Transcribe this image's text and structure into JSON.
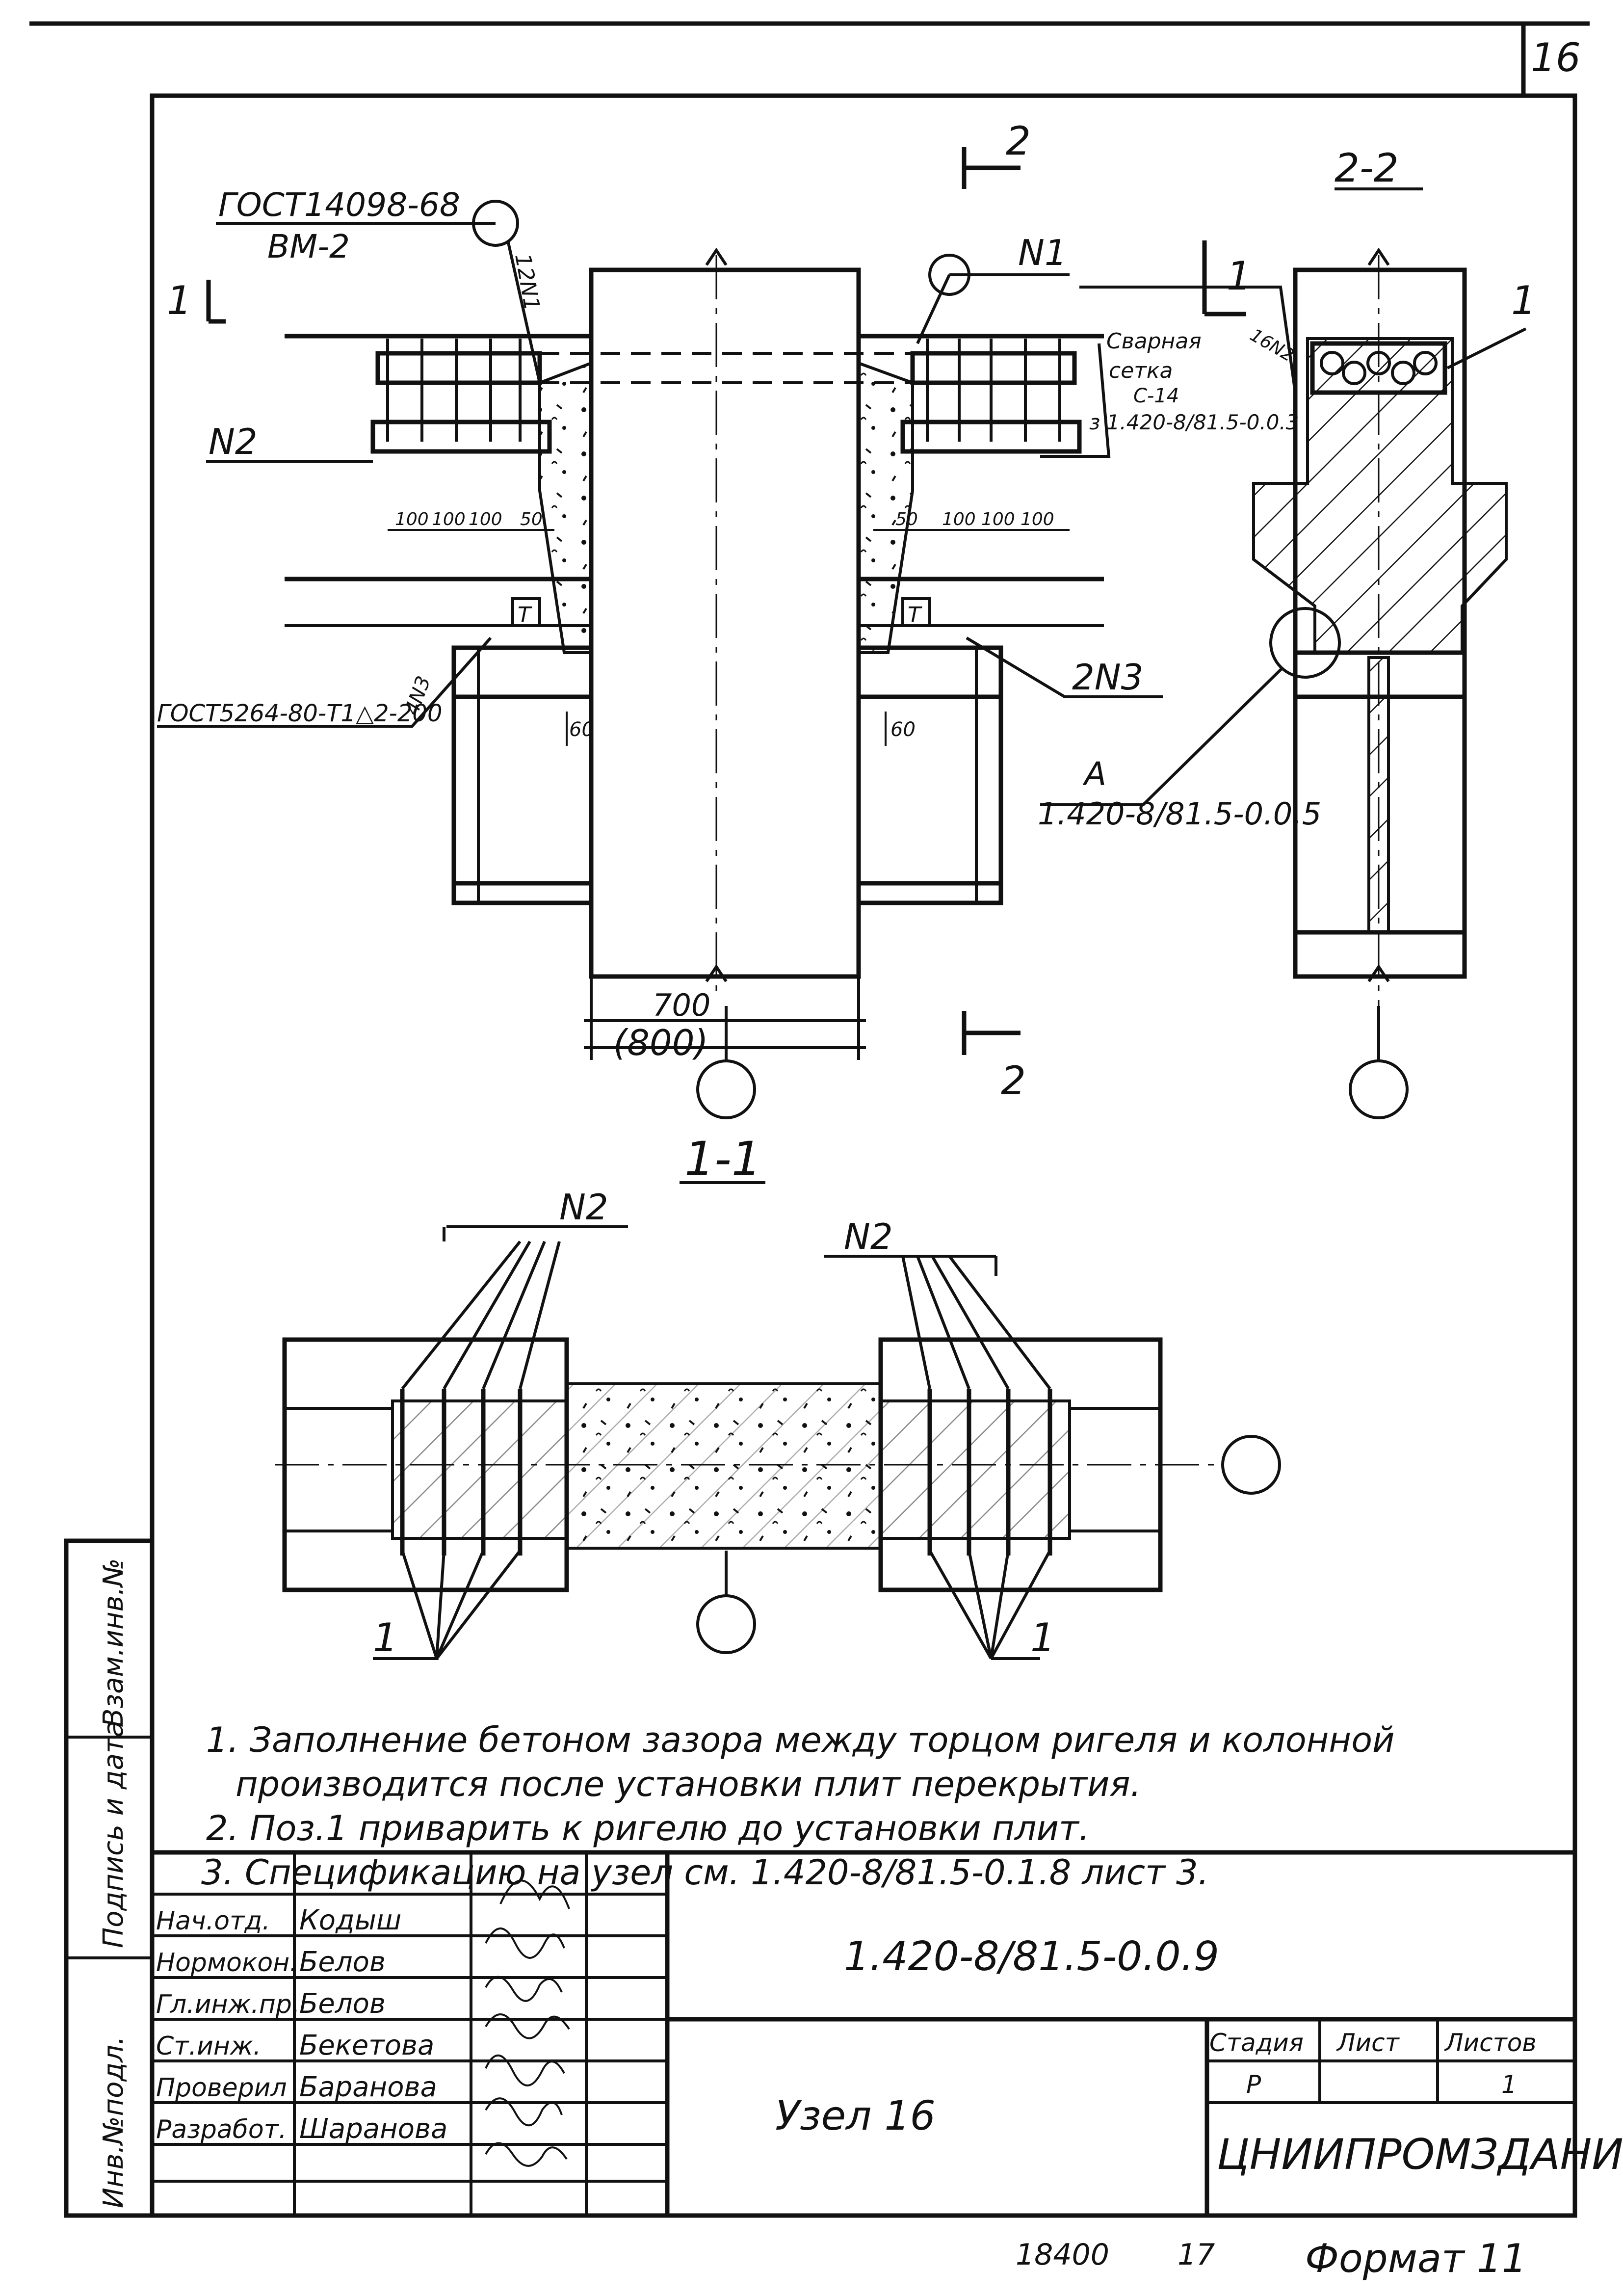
{
  "sheet_number": "16",
  "section_labels": {
    "sec_1_1": "1-1",
    "sec_2_2": "2-2",
    "cut_1": "1",
    "cut_2": "2"
  },
  "callouts": {
    "gost_14098": "ГОСТ14098-68",
    "vm2": "ВМ-2",
    "weld_12n1": "12N1",
    "n1": "N1",
    "n2": "N2",
    "n3": "2N3",
    "weld_4n3": "4N3",
    "gost_5264": "ГОСТ5264-80-Т1△2-200",
    "welded_mesh": "Сварная",
    "welded_mesh_2": "сетка",
    "c_14": "С-14",
    "mesh_ref": "з 1.420-8/81.5-0.0.3",
    "weld_16n2": "16N2",
    "detail_a": "А",
    "detail_a_ref": "1.420-8/81.5-0.0.5",
    "pos_1": "1",
    "t_mark": "Т"
  },
  "dimensions": {
    "d100_1": "100",
    "d100_2": "100",
    "d100_3": "100",
    "d50_1": "50",
    "d50_2": "50",
    "d100_4": "100",
    "d100_5": "100",
    "d100_6": "100",
    "d60_1": "60",
    "d60_2": "60",
    "d700": "700",
    "d800": "(800)"
  },
  "notes": [
    "1. Заполнение бетоном зазора между торцом ригеля и колонной",
    "производится после установки плит перекрытия.",
    "2. Поз.1 приварить к ригелю до установки плит.",
    "3. Спецификацию на узел см. 1.420-8/81.5-0.1.8 лист 3."
  ],
  "side_stamp": {
    "inv_podl": "Инв.№подл.",
    "podpis_data": "Подпись и дата",
    "vzam_inv": "Взам.инв.№"
  },
  "title_block": {
    "doc_code": "1.420-8/81.5-0.0.9",
    "title": "Узел 16",
    "stage_hdr": "Стадия",
    "sheet_hdr": "Лист",
    "sheets_hdr": "Листов",
    "stage_val": "Р",
    "sheets_val": "1",
    "org": "ЦНИИПРОМЗДАНИЙ",
    "roles": [
      "Нач.отд.",
      "Нормокон.",
      "Гл.инж.пр.",
      "Ст.инж.",
      "Проверил",
      "Разработ."
    ],
    "names": [
      "Кодыш",
      "Белов",
      "Белов",
      "Бекетова",
      "Баранова",
      "Шаранова"
    ]
  },
  "bottom_marks": {
    "num_a": "18400",
    "num_b": "17",
    "format": "Формат 11"
  }
}
